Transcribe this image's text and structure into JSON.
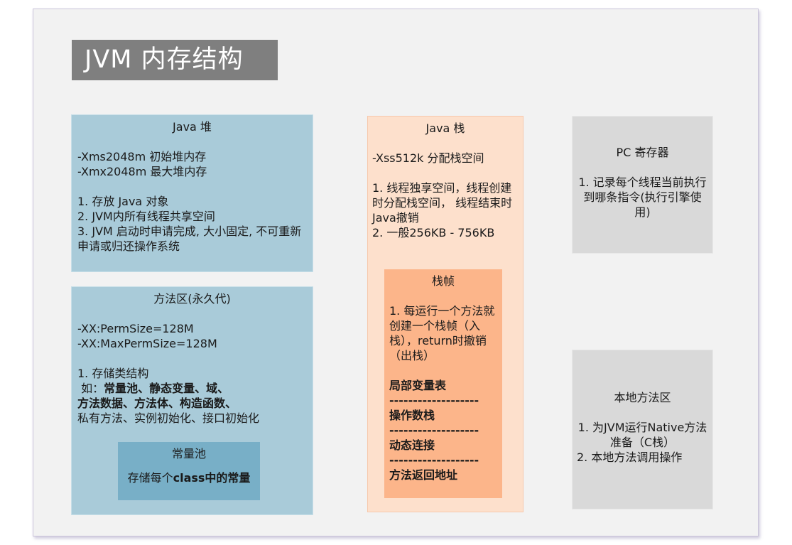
{
  "title": "JVM 内存结构",
  "heap": {
    "title": "Java 堆",
    "param1": "-Xms2048m  初始堆内存",
    "param2": "-Xmx2048m  最大堆内存",
    "item1": "1. 存放 Java 对象",
    "item2": "2. JVM内所有线程共享空间",
    "item3": "3. JVM 启动时申请完成, 大小固定, 不可重新申请或归还操作系统"
  },
  "method_area": {
    "title": "方法区(永久代)",
    "param1": "-XX:PermSize=128M",
    "param2": "-XX:MaxPermSize=128M",
    "item1": "1. 存储类结构",
    "example_prefix": " 如：",
    "example_bold1": "常量池、静态变量、域、",
    "example_bold2": "方法数据、方法体、构造函数、",
    "example_rest": "私有方法、实例初始化、接口初始化"
  },
  "constant_pool": {
    "title": "常量池",
    "desc_prefix": "存储每个",
    "desc_bold": "class中的常量"
  },
  "stack": {
    "title": "Java 栈",
    "param": "-Xss512k  分配栈空间",
    "item1": "1. 线程独享空间，线程创建时分配栈空间， 线程结束时Java撤销",
    "item2": "2. 一般256KB - 756KB"
  },
  "stack_frame": {
    "title": "栈帧",
    "desc": "1. 每运行一个方法就创建一个栈帧（入栈），return时撤销（出栈）",
    "part1": "局部变量表",
    "part2": "操作数栈",
    "part3": "动态连接",
    "part4": "方法返回地址",
    "divider": "-------------------"
  },
  "pc_register": {
    "title": "PC 寄存器",
    "desc": "1. 记录每个线程当前执行到哪条指令(执行引擎使用)"
  },
  "native_method": {
    "title": "本地方法区",
    "item1": "1. 为JVM运行Native方法准备（C栈）",
    "item2": "2. 本地方法调用操作"
  },
  "colors": {
    "title_bg": "#7f7f7f",
    "heap_bg": "#a9cbd9",
    "pool_bg": "#78afc7",
    "stack_bg": "#fde0cc",
    "frame_bg": "#fcb58a",
    "gray_bg": "#d9d9d9"
  }
}
